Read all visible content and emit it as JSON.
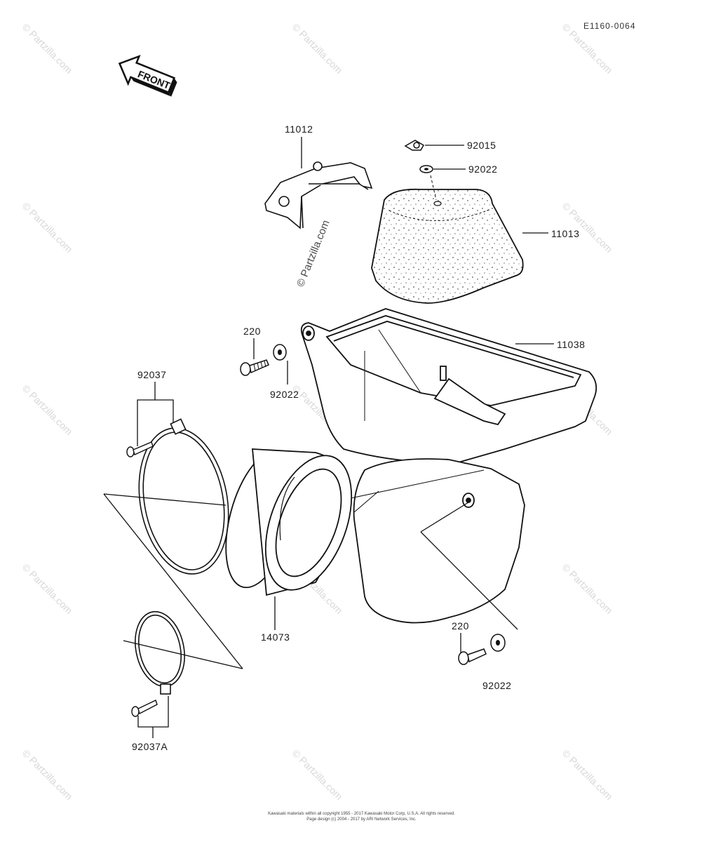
{
  "reference_code": "E1160-0064",
  "front_arrow_label": "FRONT",
  "watermark": "© Partzilla.com",
  "parts": {
    "p11012": "11012",
    "p92015": "92015",
    "p92022_top": "92022",
    "p11013": "11013",
    "p11038": "11038",
    "p220_left": "220",
    "p92022_left": "92022",
    "p92037": "92037",
    "p14073": "14073",
    "p220_right": "220",
    "p92022_right": "92022",
    "p92037A": "92037A"
  },
  "copyright": {
    "line1": "Kawasaki materials within all copyright 1955 - 2017 Kawasaki Motor Corp, U.S.A. All rights reserved.",
    "line2": "Page design (c) 2004 - 2017 by ARI Network Services, Inc."
  }
}
